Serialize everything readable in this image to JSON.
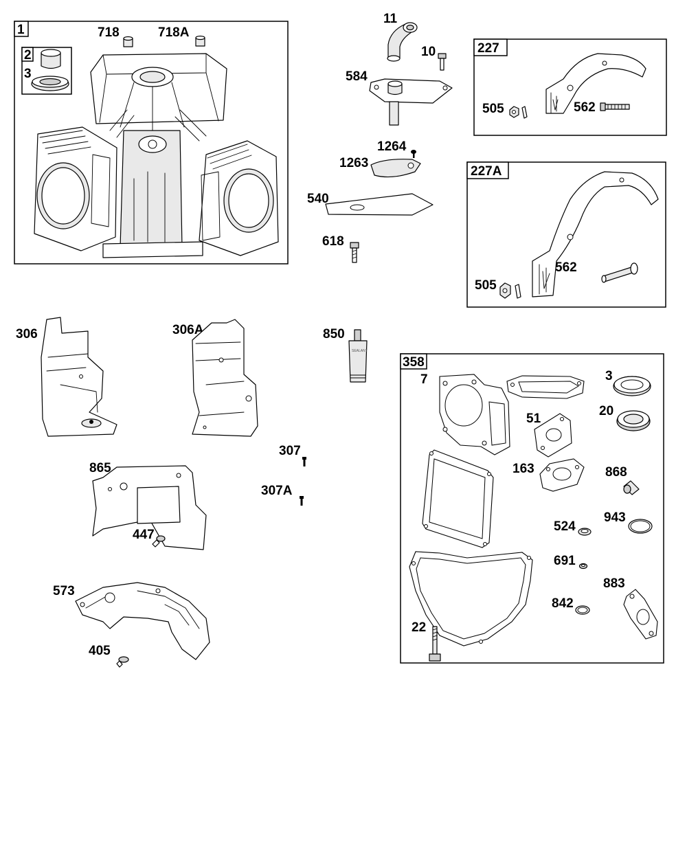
{
  "boxes": {
    "cylinder": "1",
    "bearing_kit": "2",
    "bracket_a": "227",
    "bracket_b": "227A",
    "gasket_set": "358"
  },
  "labels": {
    "p718": "718",
    "p718a": "718A",
    "p3_box": "3",
    "p11": "11",
    "p10": "10",
    "p584": "584",
    "p1264": "1264",
    "p1263": "1263",
    "p540": "540",
    "p618": "618",
    "p505_a": "505",
    "p562_a": "562",
    "p505_b": "505",
    "p562_b": "562",
    "p306": "306",
    "p306a": "306A",
    "p850": "850",
    "p307": "307",
    "p307a": "307A",
    "p865": "865",
    "p447": "447",
    "p573": "573",
    "p405": "405",
    "p7": "7",
    "p3": "3",
    "p20": "20",
    "p51": "51",
    "p163": "163",
    "p868": "868",
    "p524": "524",
    "p943": "943",
    "p691": "691",
    "p883": "883",
    "p842": "842",
    "p22": "22"
  },
  "tube_print": "SEALANT"
}
